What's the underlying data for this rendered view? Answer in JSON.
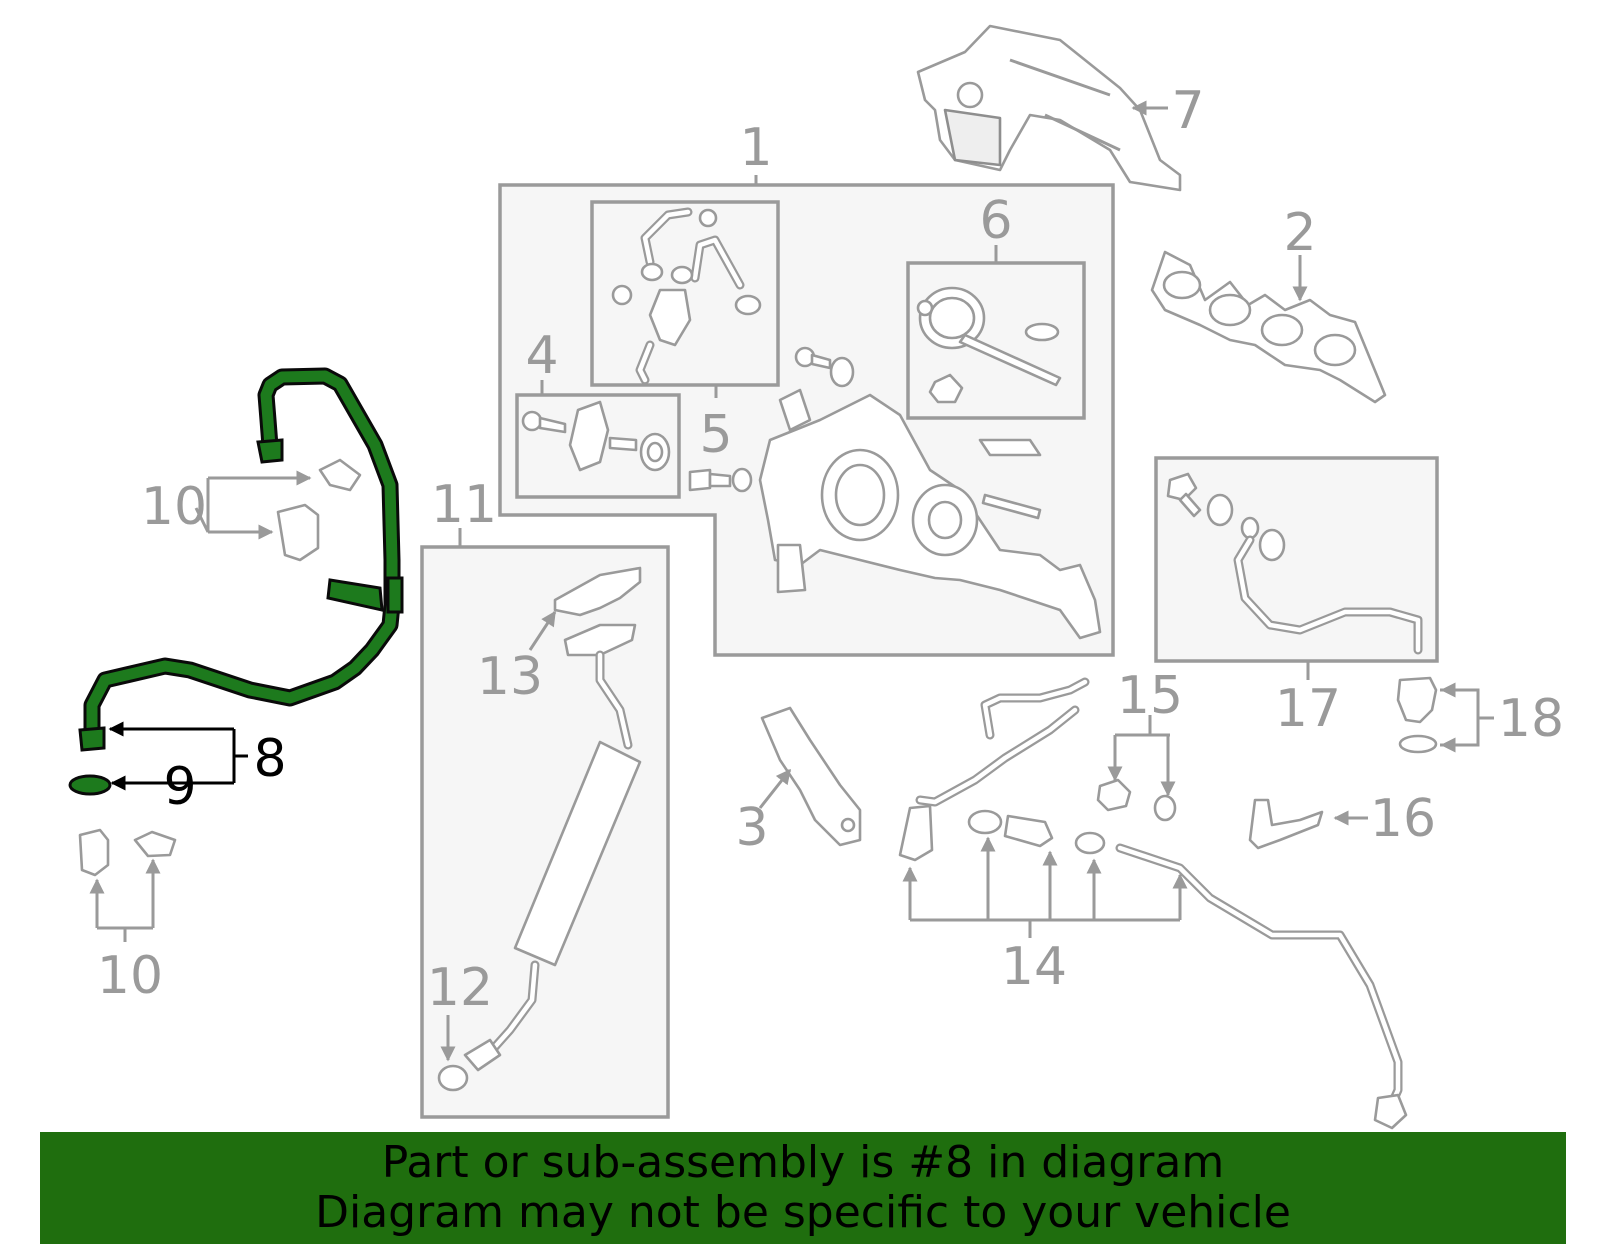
{
  "callouts": {
    "c1": "1",
    "c2": "2",
    "c3": "3",
    "c4": "4",
    "c5": "5",
    "c6": "6",
    "c7": "7",
    "c8": "8",
    "c9": "9",
    "c10a": "10",
    "c10b": "10",
    "c11": "11",
    "c12": "12",
    "c13": "13",
    "c14": "14",
    "c15": "15",
    "c16": "16",
    "c17": "17",
    "c18": "18"
  },
  "highlight": {
    "part_number": "8",
    "color": "#1f6e0e"
  },
  "banner": {
    "line1": "Part or sub-assembly is #8 in diagram",
    "line2": "Diagram may not be specific to your vehicle"
  }
}
